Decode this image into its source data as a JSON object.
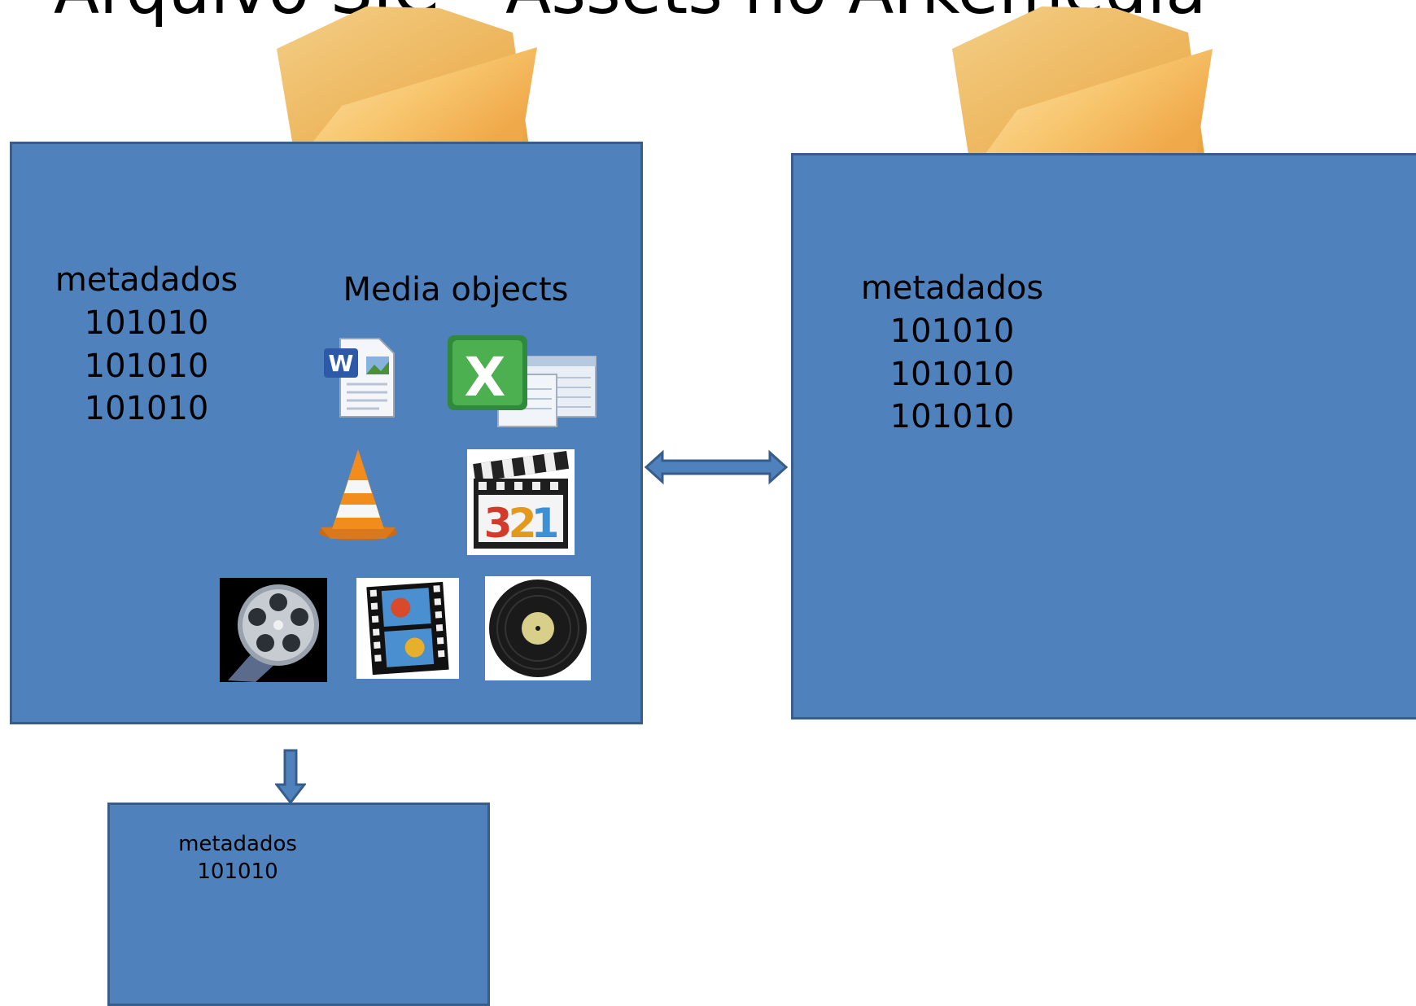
{
  "slide": {
    "title": "Arquivo SIC - Assets no Arkemedia"
  },
  "source_box": {
    "metadata_heading": "metadados",
    "metadata_values": [
      "101010",
      "101010",
      "101010"
    ],
    "media_heading": "Media objects",
    "media_icons": [
      "word-document-icon",
      "excel-spreadsheet-icon",
      "vlc-cone-icon",
      "media-player-classic-321-icon",
      "film-reel-icon",
      "film-strip-icon",
      "vinyl-record-icon"
    ]
  },
  "target_box": {
    "metadata_heading": "metadados",
    "metadata_values": [
      "101010",
      "101010",
      "101010"
    ]
  },
  "export_box": {
    "metadata_heading": "metadados",
    "metadata_values": [
      "101010"
    ]
  },
  "colors": {
    "box_fill": "#4f81bd",
    "box_border": "#385d8a",
    "folder": "#f7b955"
  },
  "icons": [
    "folder-icon",
    "double-arrow-icon",
    "down-arrow-icon"
  ]
}
